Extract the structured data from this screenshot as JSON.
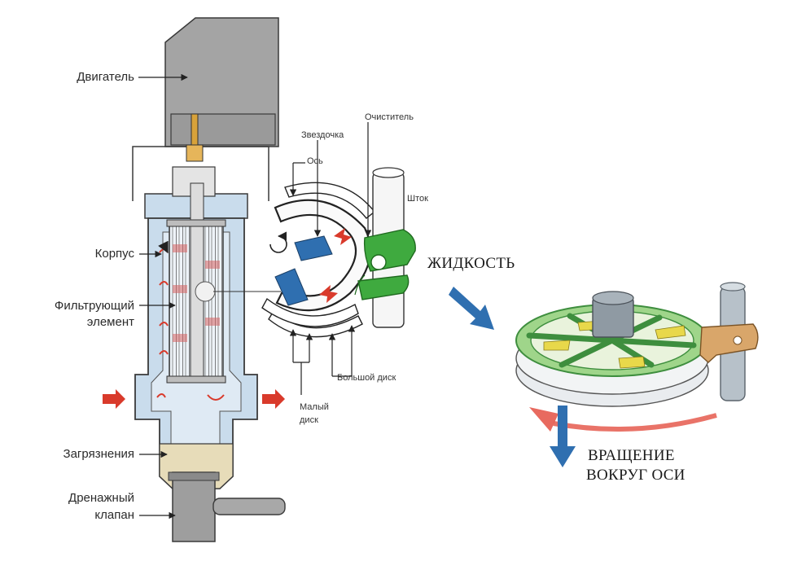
{
  "labels": {
    "motor": "Двигатель",
    "body": "Корпус",
    "filter_line1": "Фильтрующий",
    "filter_line2": "элемент",
    "contamination": "Загрязнения",
    "drain_line1": "Дренажный",
    "drain_line2": "клапан",
    "axis": "Ось",
    "sprocket": "Звездочка",
    "cleaner": "Очиститель",
    "rod": "Шток",
    "big_disk": "Большой диск",
    "small_disk_line1": "Малый",
    "small_disk_line2": "диск",
    "fluid": "ЖИДКОСТЬ",
    "rotation_line1": "ВРАЩЕНИЕ",
    "rotation_line2": "ВОКРУГ ОСИ"
  },
  "colors": {
    "housing_fill": "#c9dcec",
    "housing_stroke": "#3a3a3a",
    "motor_fill": "#a4a4a4",
    "flow_arrow": "#d93a2b",
    "blue_arrow": "#2f6fb0",
    "green_part": "#3faa3f",
    "disk_green": "#9fd58a",
    "sediment": "#e7dcb9",
    "coupling": "#e6b55a"
  }
}
